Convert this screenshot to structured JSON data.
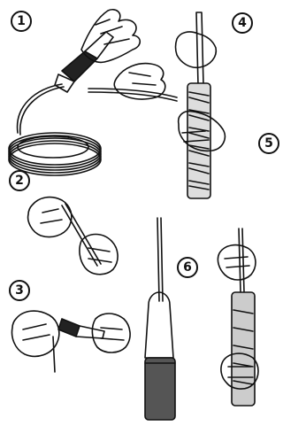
{
  "steps": [
    {
      "number": "1"
    },
    {
      "number": "2"
    },
    {
      "number": "3"
    },
    {
      "number": "4"
    },
    {
      "number": "5"
    },
    {
      "number": "6"
    }
  ],
  "colors": {
    "ink": "#111111",
    "paper": "#ffffff"
  }
}
